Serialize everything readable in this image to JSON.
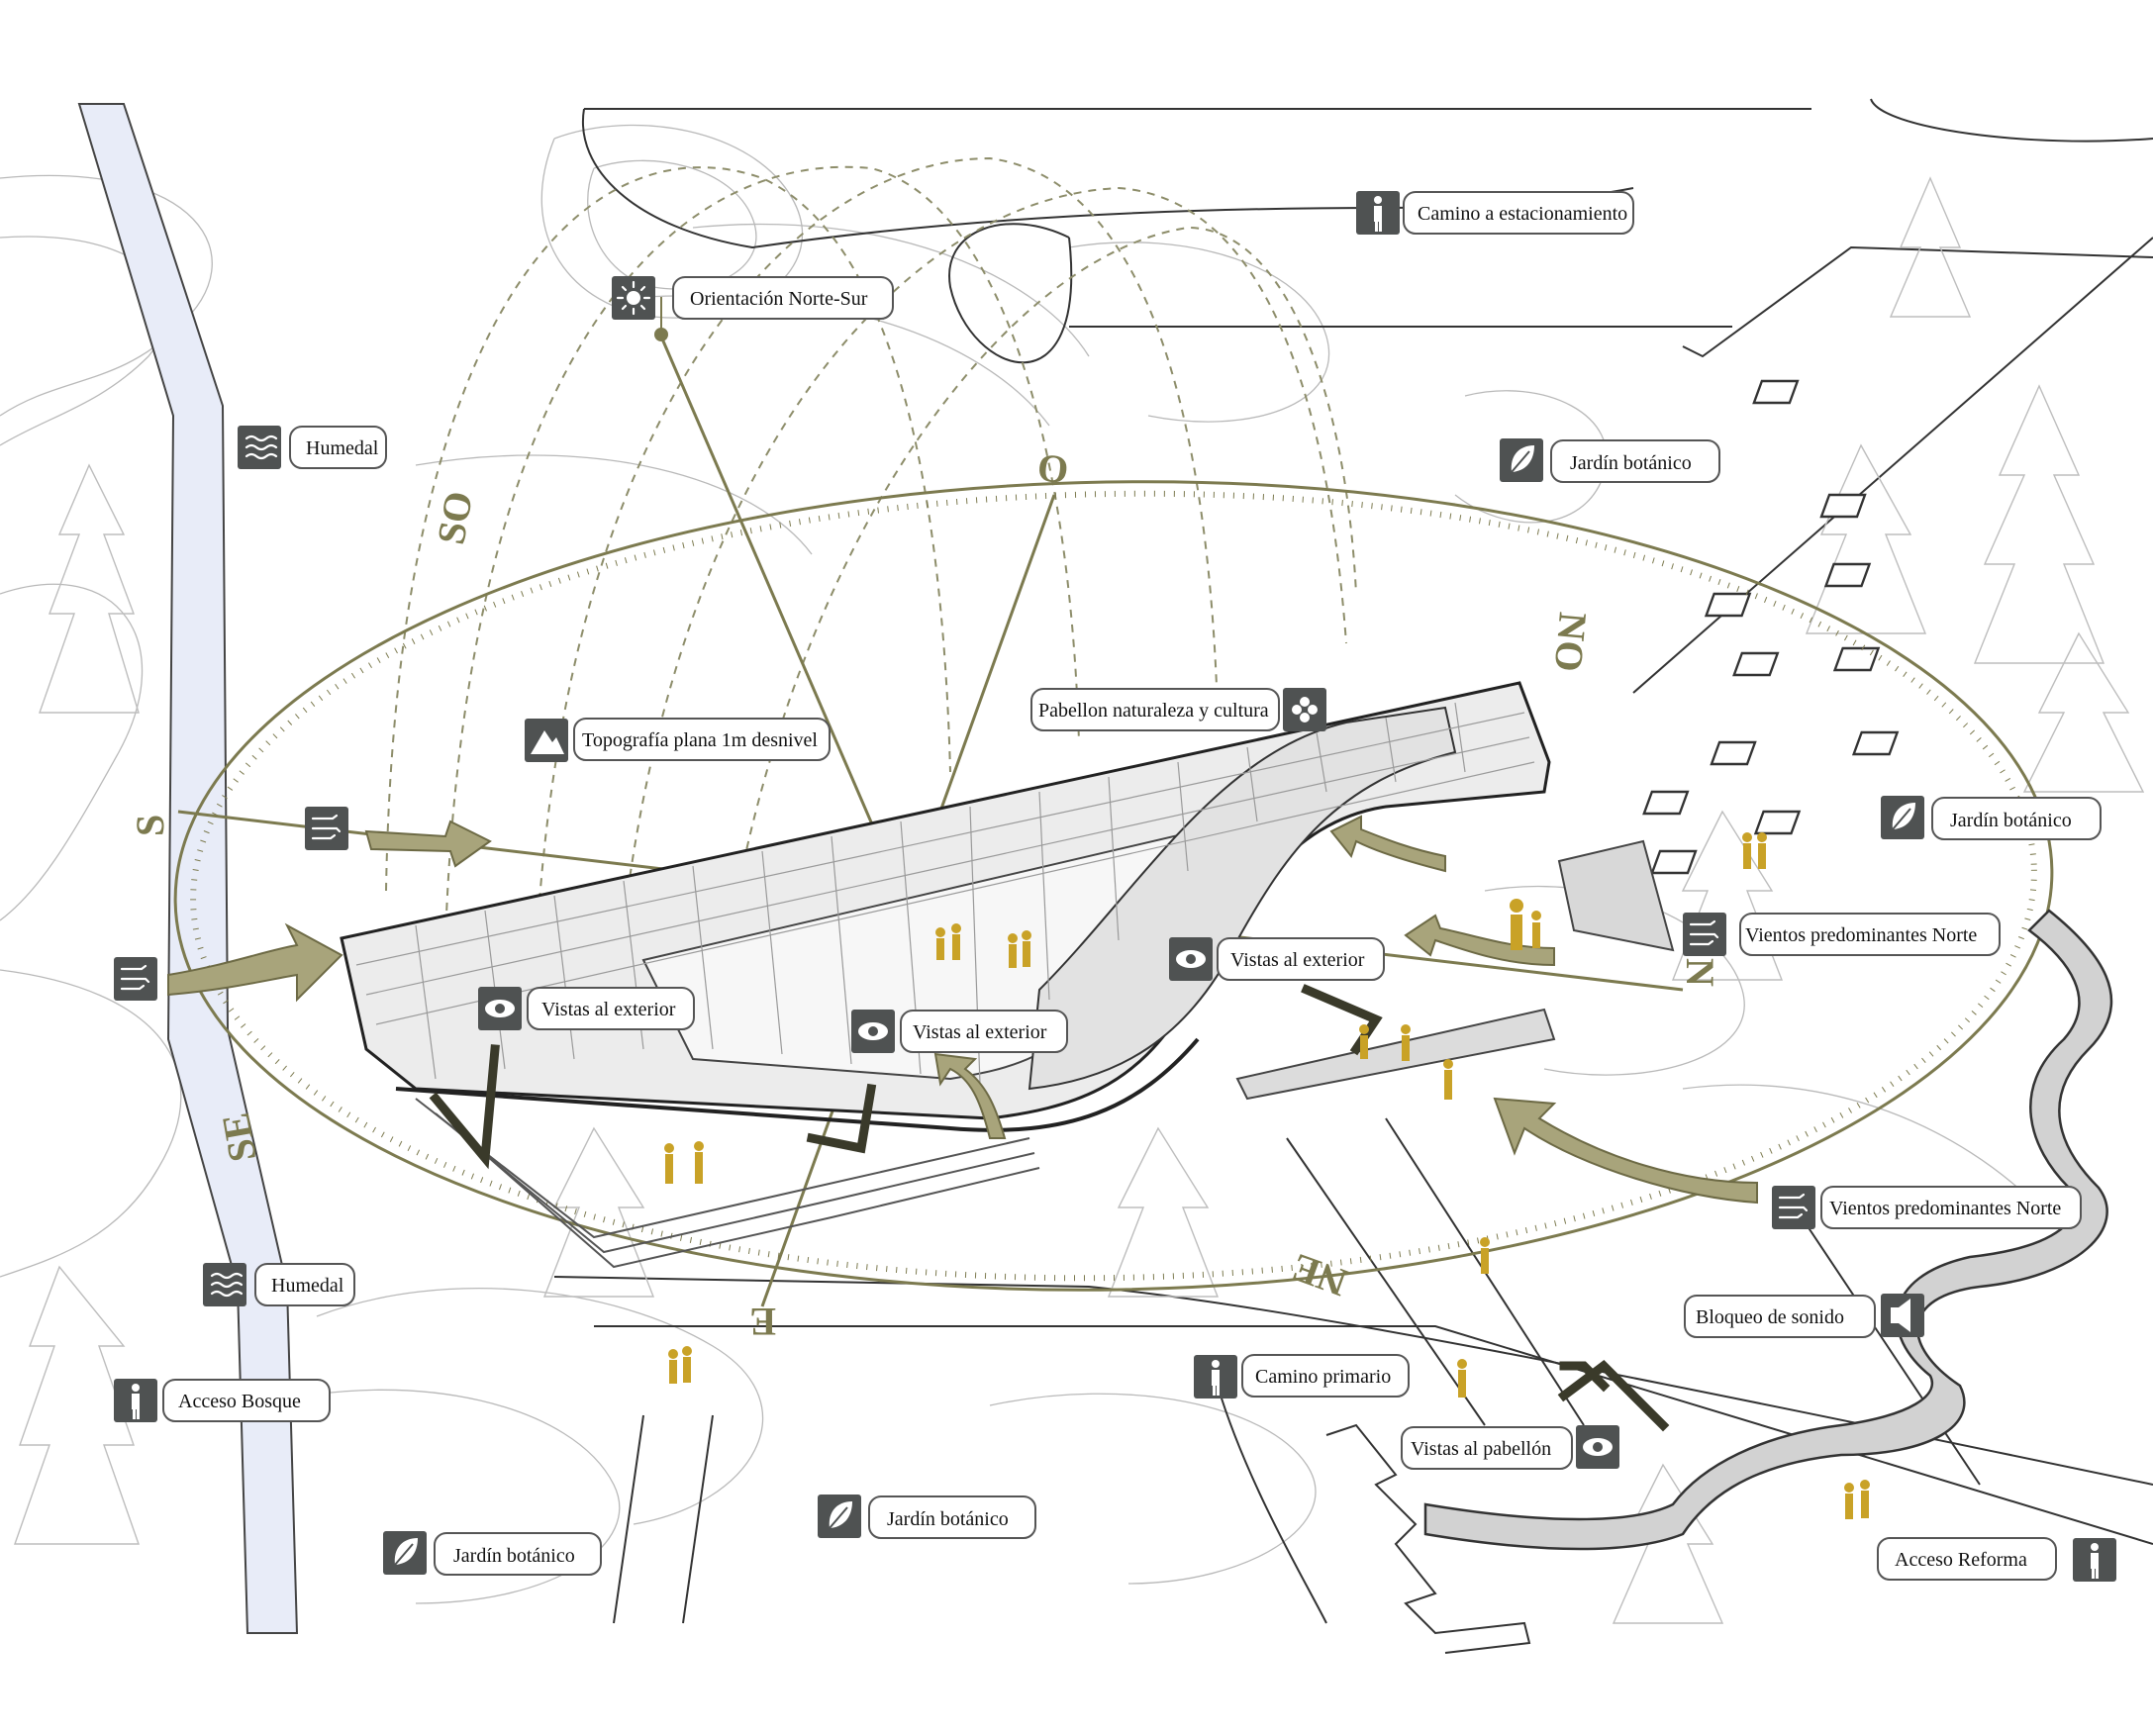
{
  "labels": {
    "humedal_top": "Humedal",
    "humedal_bottom": "Humedal",
    "orientacion": "Orientación Norte-Sur",
    "camino_estacionamiento": "Camino a estacionamiento",
    "jardin_top": "Jardín botánico",
    "jardin_right": "Jardín botánico",
    "jardin_bottom_center": "Jardín botánico",
    "jardin_bottom_left": "Jardín botánico",
    "topografia": "Topografía plana 1m desnivel",
    "pabellon": "Pabellon naturaleza y cultura",
    "vientos_norte_1": "Vientos predominantes Norte",
    "vientos_norte_2": "Vientos predominantes Norte",
    "vistas_exterior_1": "Vistas al exterior",
    "vistas_exterior_2": "Vistas al exterior",
    "vistas_exterior_3": "Vistas al exterior",
    "bloqueo_sonido": "Bloqueo de sonido",
    "camino_primario": "Camino primario",
    "vistas_pabellon": "Vistas al pabellón",
    "acceso_bosque": "Acceso Bosque",
    "acceso_reforma": "Acceso Reforma"
  },
  "compass": {
    "o": "O",
    "no": "NO",
    "so": "SO",
    "s": "S",
    "se": "SE",
    "e": "E",
    "ne": "NE",
    "n": "N"
  },
  "colors": {
    "olive": "#7c7a4f",
    "icon": "#4f5252",
    "people": "#c9a227",
    "water": "#e8ecf8"
  },
  "icons": [
    "wave-icon",
    "sun-icon",
    "walker-icon",
    "leaf-icon",
    "mountain-icon",
    "flower-icon",
    "wind-icon",
    "eye-icon",
    "speaker-icon"
  ]
}
